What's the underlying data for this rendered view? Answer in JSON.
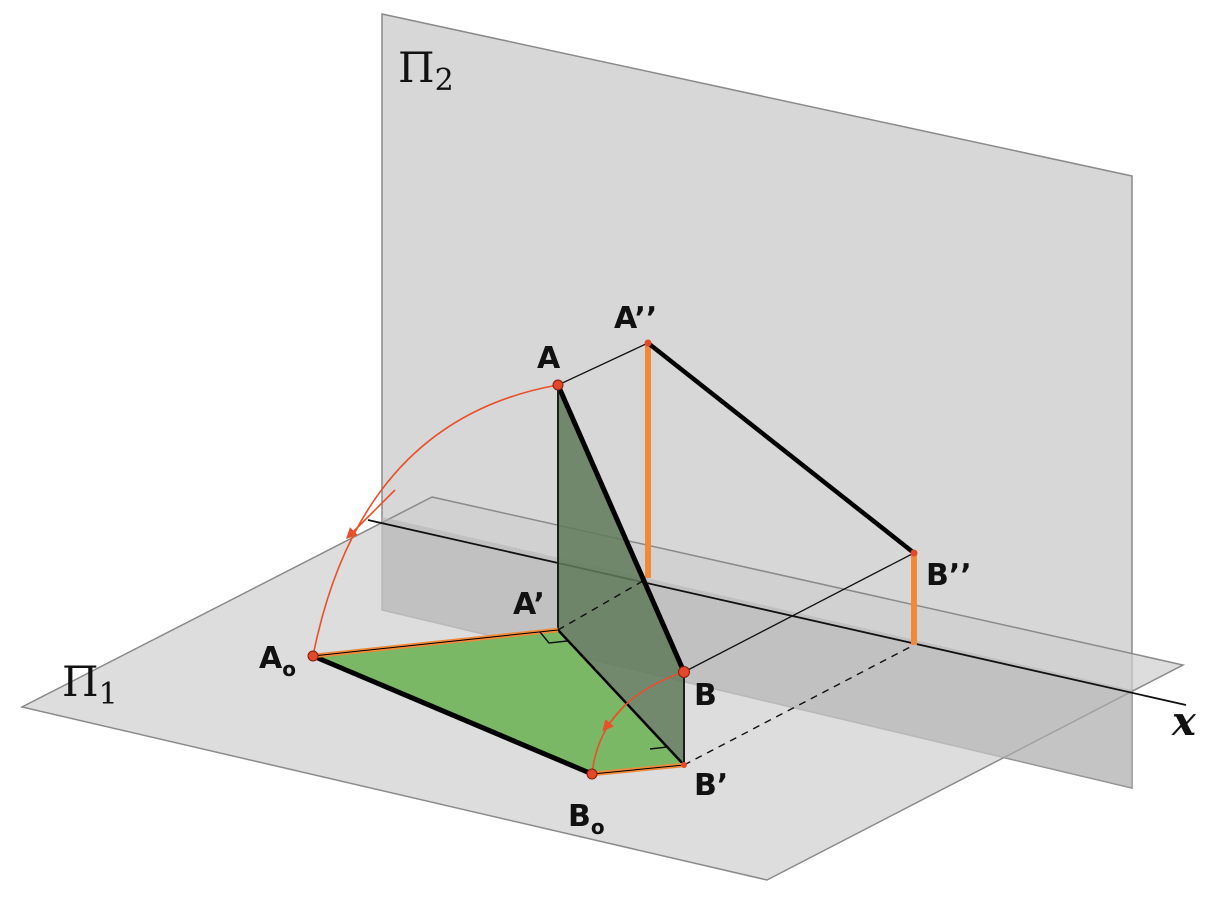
{
  "planes": {
    "frontal": {
      "symbol": "Π",
      "subscript": "2",
      "color": "#c9c9c9"
    },
    "horizontal": {
      "symbol": "Π",
      "subscript": "1",
      "color": "#d2d2d2"
    }
  },
  "axis": {
    "label": "x"
  },
  "points": {
    "A": {
      "label": "A"
    },
    "A2": {
      "label": "A’’"
    },
    "A1": {
      "label": "A’"
    },
    "A0": {
      "label": "A",
      "subscript": "o"
    },
    "B": {
      "label": "B"
    },
    "B2": {
      "label": "B’’"
    },
    "B1": {
      "label": "B’"
    },
    "B0": {
      "label": "B",
      "subscript": "o"
    }
  },
  "colors": {
    "segment": "#000000",
    "projection_height": "#f08a3a",
    "rotation_arc": "#e8502a",
    "point_marker": "#e04a2a",
    "true_length_triangle": "#7ab866",
    "vertical_triangle": "#5f7a5a"
  }
}
